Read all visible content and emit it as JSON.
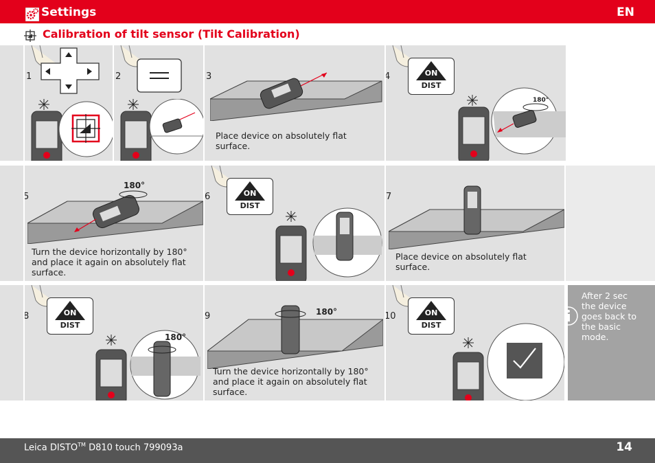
{
  "header": {
    "title": "Settings",
    "language": "EN",
    "settings_icon": "settings-gear-icon"
  },
  "section": {
    "title": "Calibration of tilt sensor (Tilt Calibration)",
    "icon": "tilt-calibration-icon"
  },
  "steps": [
    {
      "number": "1",
      "caption": ""
    },
    {
      "number": "2",
      "caption": ""
    },
    {
      "number": "3",
      "caption": "Place device on absolutely flat surface."
    },
    {
      "number": "4",
      "caption": "",
      "button_top": "ON",
      "button_bottom": "DIST",
      "rotation_label": "180°"
    },
    {
      "number": "5",
      "caption": "Turn the device horizontally by 180° and place it again on absolutely flat surface.",
      "rotation_label": "180°"
    },
    {
      "number": "6",
      "caption": "",
      "button_top": "ON",
      "button_bottom": "DIST"
    },
    {
      "number": "7",
      "caption": "Place device on absolutely flat surface."
    },
    {
      "number": "8",
      "caption": "",
      "button_top": "ON",
      "button_bottom": "DIST",
      "rotation_label": "180°"
    },
    {
      "number": "9",
      "caption": "Turn the device horizontally by 180° and place it again on absolutely flat surface.",
      "rotation_label": "180°"
    },
    {
      "number": "10",
      "caption": "",
      "button_top": "ON",
      "button_bottom": "DIST"
    }
  ],
  "info": {
    "text": "After 2 sec the device goes back to the basic mode.",
    "icon": "info-icon"
  },
  "footer": {
    "product_prefix": "Leica DISTO",
    "trademark": "TM",
    "product_suffix": " D810 touch 799093a",
    "page_number": "14"
  },
  "colors": {
    "brand_red": "#e3001b",
    "panel_gray": "#e1e1e1",
    "info_gray": "#a3a3a3",
    "footer_gray": "#555555"
  }
}
